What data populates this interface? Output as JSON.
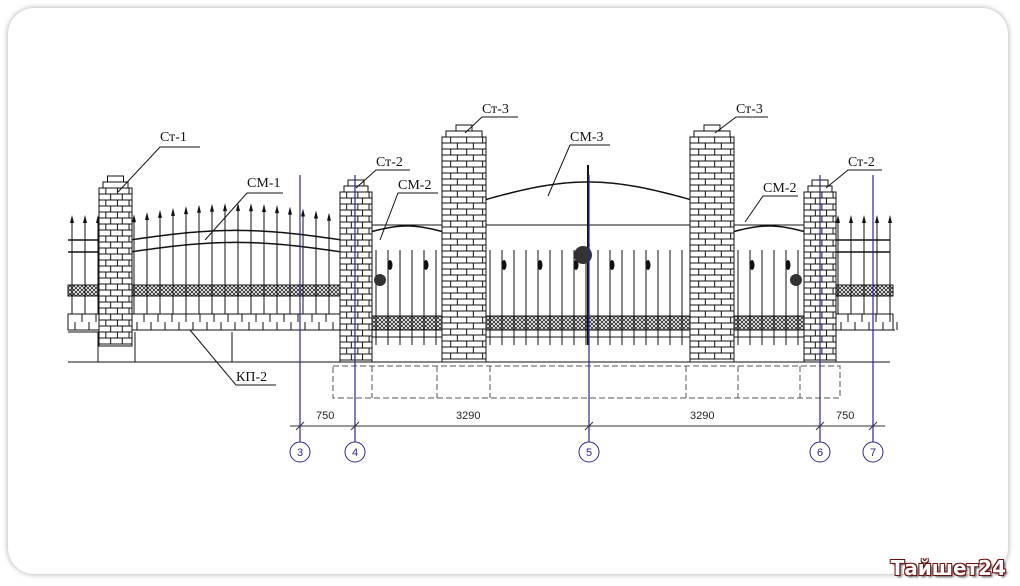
{
  "labels": {
    "st1": "Ст-1",
    "sm1": "СМ-1",
    "kp2": "КП-2",
    "st2_left": "Ст-2",
    "sm2_left": "СМ-2",
    "st3_left": "Ст-3",
    "sm3": "СМ-3",
    "st3_right": "Ст-3",
    "sm2_right": "СМ-2",
    "st2_right": "Ст-2"
  },
  "dimensions": [
    "750",
    "3290",
    "3290",
    "750"
  ],
  "axes": [
    "3",
    "4",
    "5",
    "6",
    "7"
  ],
  "colors": {
    "line": "#111111",
    "axis": "#2a2a8a"
  },
  "watermark": "Тайшет24"
}
